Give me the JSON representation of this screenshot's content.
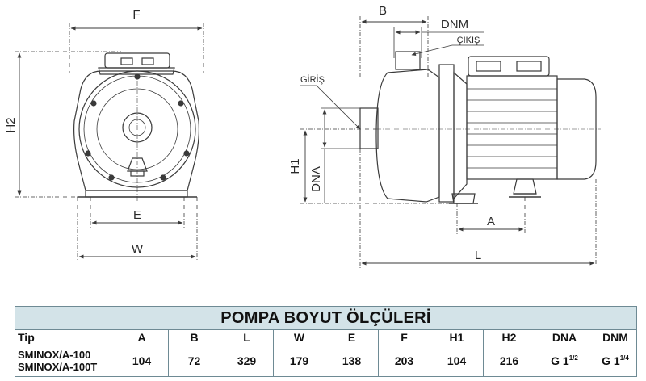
{
  "diagram": {
    "front_labels": {
      "F": "F",
      "H2": "H2",
      "E": "E",
      "W": "W"
    },
    "side_labels": {
      "B": "B",
      "DNM": "DNM",
      "cikis": "ÇIKIŞ",
      "giris": "GİRİŞ",
      "H1": "H1",
      "DNA": "DNA",
      "A": "A",
      "L": "L"
    }
  },
  "table": {
    "title": "POMPA BOYUT ÖLÇÜLERİ",
    "headers": [
      "Tip",
      "A",
      "B",
      "L",
      "W",
      "E",
      "F",
      "H1",
      "H2",
      "DNA",
      "DNM"
    ],
    "row": {
      "model_1": "SMINOX/A-100",
      "model_2": "SMINOX/A-100T",
      "A": "104",
      "B": "72",
      "L": "329",
      "W": "179",
      "E": "138",
      "F": "203",
      "H1": "104",
      "H2": "216",
      "DNA_base": "G 1",
      "DNA_sup": "1/2",
      "DNM_base": "G 1",
      "DNM_sup": "1/4"
    }
  }
}
